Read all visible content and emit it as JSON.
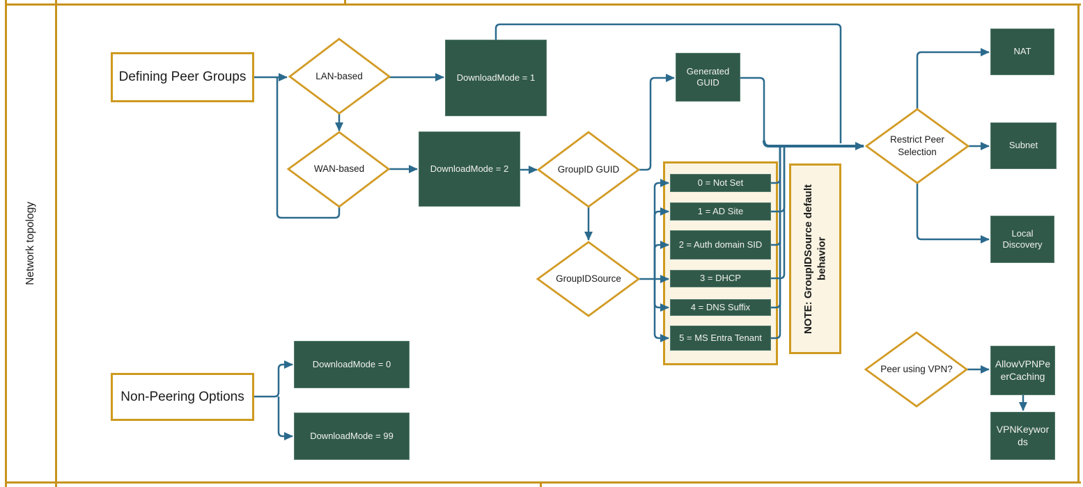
{
  "lane": {
    "title": "Network topology"
  },
  "boxes": {
    "defining_peer_groups": "Defining Peer Groups",
    "non_peering_options": "Non-Peering Options"
  },
  "decisions": {
    "lan_based": "LAN-based",
    "wan_based": "WAN-based",
    "groupid_guid": "GroupID GUID",
    "groupid_source": "GroupIDSource",
    "restrict_peer_selection": "Restrict Peer Selection",
    "peer_using_vpn": "Peer using VPN?"
  },
  "modes": {
    "dm1": "DownloadMode = 1",
    "dm2": "DownloadMode = 2",
    "dm0": "DownloadMode = 0",
    "dm99": "DownloadMode = 99"
  },
  "outcomes": {
    "generated_guid": "Generated GUID",
    "nat": "NAT",
    "subnet": "Subnet",
    "local_discovery": "Local Discovery",
    "allow_vpn_peer_caching": "AllowVPNPeerCaching",
    "vpn_keywords": "VPNKeywords"
  },
  "groupid_source_values": [
    "0 = Not Set",
    "1 = AD Site",
    "2 = Auth domain SID",
    "3 = DHCP",
    "4 = DNS Suffix",
    "5 = MS Entra Tenant"
  ],
  "note": {
    "text": "NOTE: GroupIDSource default behavior"
  },
  "colors": {
    "gold": "#C8931D",
    "green_fill": "#30594A",
    "connector_teal": "#2B6A8D",
    "cream_fill": "#FBF4E3"
  }
}
